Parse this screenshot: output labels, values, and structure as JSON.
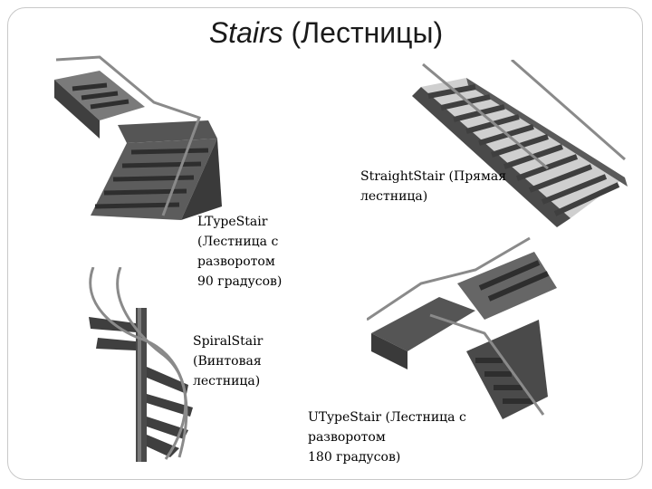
{
  "slide": {
    "title_en": "Stairs",
    "title_ru": "(Лестницы)"
  },
  "captions": {
    "straight": {
      "line1": "StraightStair (Прямая",
      "line2": "лестница)"
    },
    "ltype": {
      "line1": "LTypeStair",
      "line2": "(Лестница с",
      "line3": "разворотом",
      "line4": "90 градусов)"
    },
    "spiral": {
      "line1": "SpiralStair",
      "line2": "(Винтовая",
      "line3": "лестница)"
    },
    "utype": {
      "line1": "UTypeStair (Лестница с",
      "line2": "разворотом",
      "line3": "180 градусов)"
    }
  },
  "colors": {
    "stair_dark": "#3f3f3f",
    "stair_mid": "#6e6e6e",
    "stair_light": "#9a9a9a",
    "rail": "#8a8a8a"
  }
}
